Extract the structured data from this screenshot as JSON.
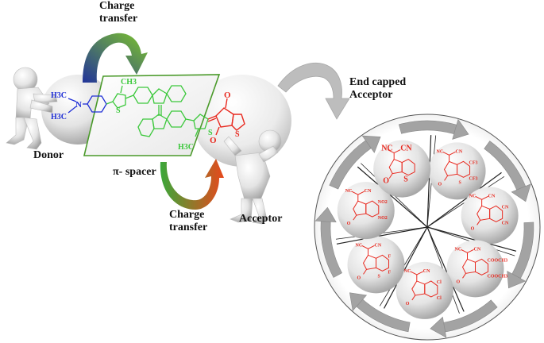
{
  "labels": {
    "charge_transfer_top_line1": "Charge",
    "charge_transfer_top_line2": "transfer",
    "donor": "Donor",
    "pi_spacer": "π- spacer",
    "charge_transfer_bottom_line1": "Charge",
    "charge_transfer_bottom_line2": "transfer",
    "acceptor": "Acceptor",
    "end_capped_line1": "End capped",
    "end_capped_line2": "Acceptor"
  },
  "molecule": {
    "donor_h3c_top": "H3C",
    "donor_n": "N",
    "donor_h3c_bottom": "H3C",
    "spacer_ch3": "CH3",
    "spacer_s_left": "S",
    "spacer_s_right": "S",
    "spacer_h3c": "H3C",
    "acceptor_o_top": "O",
    "acceptor_o_bottom": "O",
    "acceptor_s": "S"
  },
  "end_caps": [
    {
      "nc": "NC",
      "cn": "CN",
      "o": "O",
      "s": "S",
      "sub1": "CF3",
      "sub2": "CF3"
    },
    {
      "nc": "NC",
      "cn": "CN",
      "o": "O",
      "s": "",
      "sub1": "CN",
      "sub2": "CN"
    },
    {
      "nc": "NC",
      "cn": "CN",
      "o": "O",
      "s": "",
      "sub1": "COOCH3",
      "sub2": "COOCH3"
    },
    {
      "nc": "NC",
      "cn": "CN",
      "o": "O",
      "s": "",
      "sub1": "Cl",
      "sub2": "Cl"
    },
    {
      "nc": "NC",
      "cn": "CN",
      "o": "O",
      "s": "S",
      "sub1": "F",
      "sub2": "F"
    },
    {
      "nc": "NC",
      "cn": "CN",
      "o": "O",
      "s": "",
      "sub1": "NO2",
      "sub2": "NO2"
    },
    {
      "nc": "NC",
      "cn": "CN",
      "o": "O",
      "s": "S",
      "sub1": "",
      "sub2": ""
    }
  ],
  "colors": {
    "donor": "#1f2fd6",
    "spacer": "#3cc83c",
    "acceptor": "#e8291f",
    "ring_arrow": "#a3a3a3",
    "arrow_top_start": "#22349a",
    "arrow_top_end": "#7ec62a",
    "arrow_bottom_start": "#3aa83a",
    "arrow_bottom_end": "#e8481c"
  }
}
